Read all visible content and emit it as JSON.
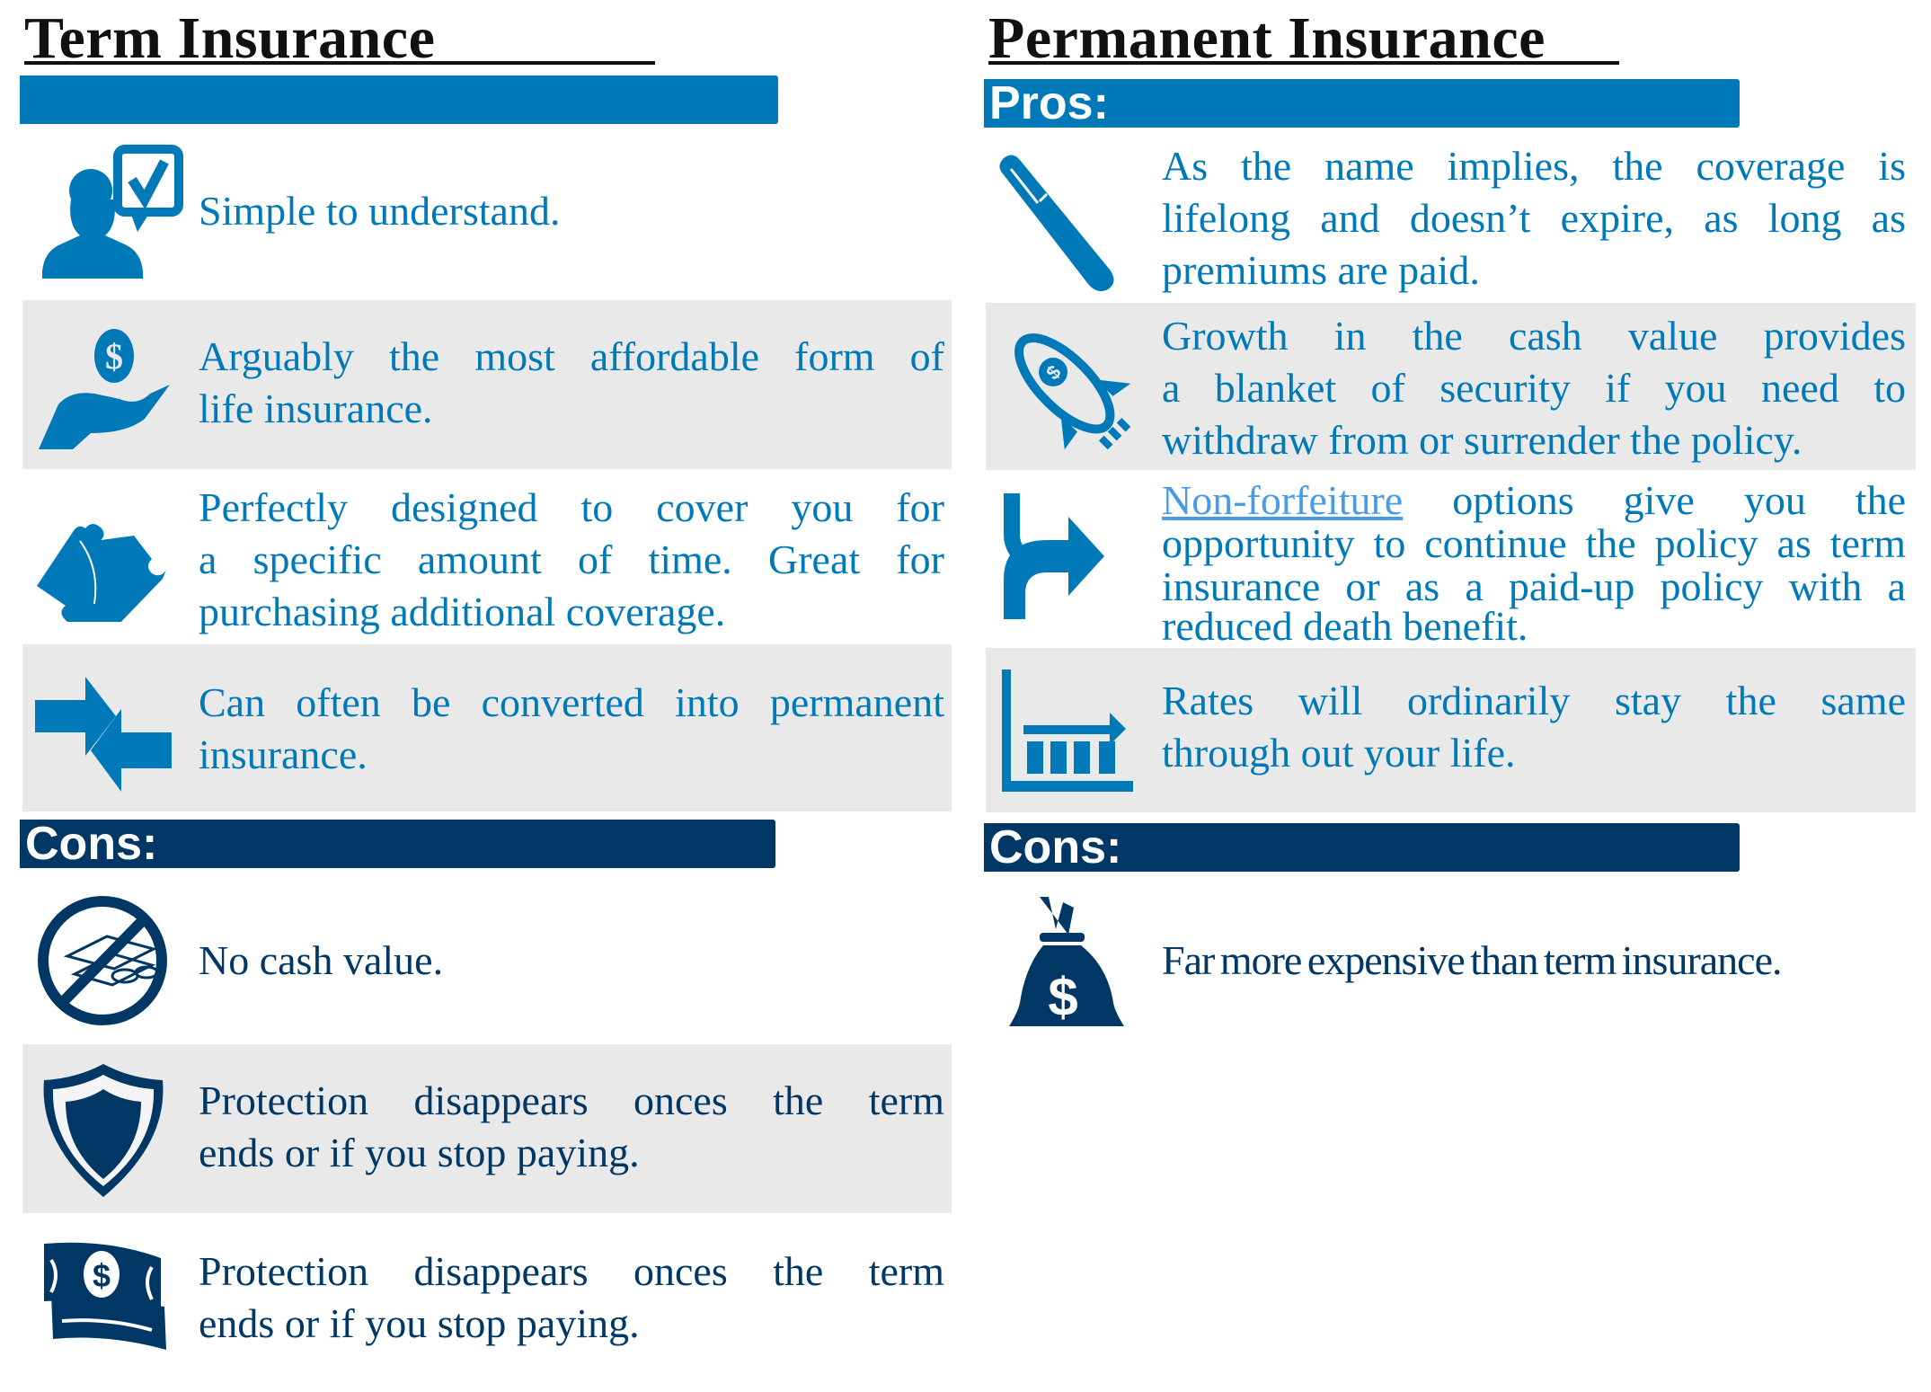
{
  "colors": {
    "pros_blue": "#0079b8",
    "cons_navy": "#003764",
    "row_gray": "#e9e9e9",
    "link": "#4a9be6",
    "title": "#111111"
  },
  "term": {
    "title": "Term Insurance",
    "pros_label": "",
    "pros": [
      {
        "icon": "person-checkmark-speech-icon",
        "lines": [
          "Simple to understand."
        ]
      },
      {
        "icon": "hand-holding-dollar-icon",
        "lines": [
          "Arguably the most affordable form of",
          "life insurance."
        ]
      },
      {
        "icon": "puzzle-pieces-icon",
        "lines": [
          "Perfectly designed to cover you for",
          "a specific amount of time.  Great for",
          "purchasing additional coverage."
        ]
      },
      {
        "icon": "convert-arrows-icon",
        "lines": [
          "Can often be converted into permanent",
          "insurance."
        ]
      }
    ],
    "cons_label": "Cons:",
    "cons": [
      {
        "icon": "no-cash-icon",
        "lines": [
          "No cash value."
        ]
      },
      {
        "icon": "shield-icon",
        "lines": [
          "Protection disappears onces the term",
          "ends or if you stop paying."
        ]
      },
      {
        "icon": "money-stack-icon",
        "lines": [
          "Protection disappears onces the term",
          "ends or if you stop paying."
        ]
      }
    ]
  },
  "permanent": {
    "title": "Permanent Insurance",
    "pros_label": "Pros:",
    "pros": [
      {
        "icon": "pen-icon",
        "lines": [
          "As the name implies, the coverage is",
          "lifelong and doesn’t expire, as long as",
          "premiums are paid."
        ]
      },
      {
        "icon": "rocket-dollar-icon",
        "lines": [
          "Growth in the cash value provides",
          "a blanket of security if you need to",
          "withdraw from or surrender the policy."
        ]
      },
      {
        "icon": "merge-arrow-icon",
        "link": "Non-forfeiture",
        "lines": [
          " options give you the",
          "opportunity to continue the policy as term",
          "insurance or as a paid-up policy with a",
          "reduced death benefit."
        ]
      },
      {
        "icon": "bar-chart-arrow-icon",
        "lines": [
          "Rates will ordinarily stay the same",
          "through out your life."
        ]
      }
    ],
    "cons_label": "Cons:",
    "cons": [
      {
        "icon": "money-bag-icon",
        "lines": [
          "Far more expensive than term insurance."
        ]
      }
    ]
  }
}
